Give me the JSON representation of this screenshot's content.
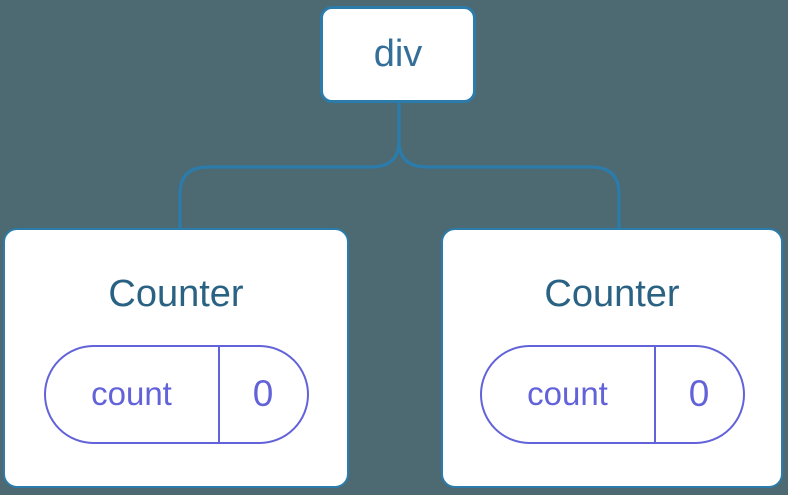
{
  "colors": {
    "background": "#4d6972",
    "line": "#2b7cab",
    "node_border": "#2b7cab",
    "node_background": "#ffffff",
    "root_label_text": "#356e99",
    "card_title_text": "#2a6284",
    "state_accent": "#6262d9"
  },
  "tree": {
    "root": {
      "label": "div"
    },
    "children": [
      {
        "title": "Counter",
        "state": {
          "name": "count",
          "value": "0"
        }
      },
      {
        "title": "Counter",
        "state": {
          "name": "count",
          "value": "0"
        }
      }
    ]
  }
}
